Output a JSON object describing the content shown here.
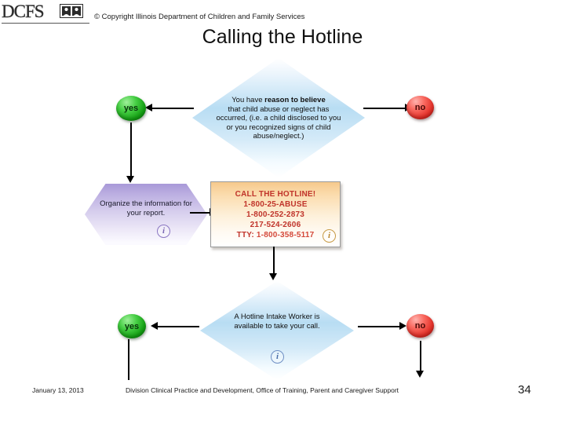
{
  "header": {
    "logo_text": "DCFS",
    "logo_mark_icon": "family-faces-icon",
    "copyright_symbol": "©",
    "copyright": "© Copyright  Illinois Department of Children and Family Services",
    "title": "Calling the Hotline"
  },
  "diagram": {
    "nodes": {
      "reason_to_believe": {
        "shape": "diamond",
        "text_lead": "You have ",
        "text_bold": "reason to believe",
        "text_rest": "that child abuse or neglect has occurred, (i.e. a child disclosed to you or you recognized signs of child abuse/neglect.)"
      },
      "organize": {
        "shape": "hexagon",
        "text": "Organize the information for your report.",
        "info_icon": "info-circle-icon"
      },
      "hotline": {
        "shape": "rectangle",
        "line1": "CALL THE HOTLINE!",
        "line2": "1-800-25-ABUSE",
        "line3": "1-800-252-2873",
        "line4": "217-524-2606",
        "line5_label": "TTY: ",
        "line5_number": "1-800-358-5117",
        "info_icon": "info-circle-icon"
      },
      "intake_worker": {
        "shape": "diamond",
        "text": "A Hotline Intake Worker is available to take your call.",
        "info_icon": "info-circle-icon"
      }
    },
    "decisions": {
      "yes_top": "yes",
      "no_top": "no",
      "yes_bottom": "yes",
      "no_bottom": "no"
    },
    "colors": {
      "diamond_fill": "#b8ddf3",
      "hexagon_fill": "#bdb0e2",
      "hotline_fill": "#fbdcae",
      "hotline_text": "#c0342b",
      "yes_fill": "#16a215",
      "no_fill": "#e5342c",
      "arrow": "#000000"
    }
  },
  "footer": {
    "date": "January 13, 2013",
    "division": "Division Clinical Practice and Development, Office of Training, Parent and Caregiver Support",
    "page_number": "34"
  }
}
